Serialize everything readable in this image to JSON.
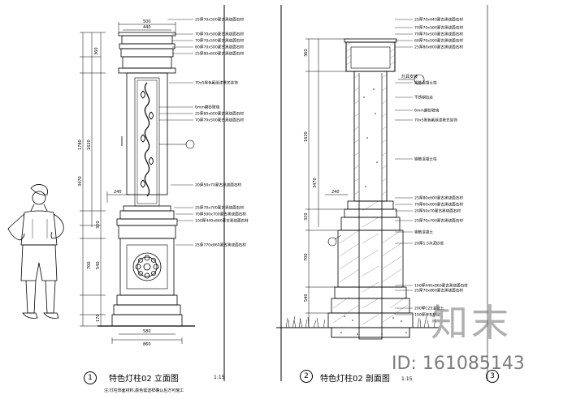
{
  "drawing": {
    "elevation_title": "特色灯柱02 立面图",
    "section_title": "特色灯柱02 剖面图",
    "scale": "1:15",
    "section_scale": "1:15",
    "figure_numbers": [
      "1",
      "2",
      "3"
    ],
    "note": "注:灯柱饰面材料,颜色需送样确认后方可施工"
  },
  "elevation_dims": {
    "top": [
      "500",
      "440"
    ],
    "bottom": [
      "580",
      "860"
    ],
    "left": [
      "360",
      "1780",
      "1620",
      "3470",
      "320",
      "700",
      "540",
      "170"
    ],
    "mid_left": [
      "240"
    ]
  },
  "elevation_notes": [
    "25厚70x500蒙古黑烧面石材",
    "70厚70x500蒙古黑烧面石材",
    "70厚70x500蒙古黑烧面石材",
    "60厚70x500蒙古黑烧面石材",
    "25厚80x600蒙古黑烧面石材",
    "70x5黑色氟碳漆铁艺装饰",
    "6mm磨砂玻璃",
    "25厚80x600蒙古黑烧面石材",
    "70厚70x500蒙古黑烧面石材",
    "20厚50x70蒙古黑烧面石材",
    "25厚70x700蒙古黑烧面石材",
    "70厚500x700蒙古黑烧面石材",
    "100厚440x860蒙古黑烧面石材",
    "25厚770x860蒙古黑烧面石材"
  ],
  "section_dims": {
    "left": [
      "360",
      "1620",
      "3470",
      "320",
      "700",
      "540"
    ],
    "mid_left": [
      "240"
    ],
    "ref": "灯具安装"
  },
  "section_notes": [
    "25厚70x440蒙古黑烧面石材",
    "70厚70x500蒙古黑烧面石材",
    "70厚70x500蒙古黑烧面石材",
    "60厚70x500蒙古黑烧面石材",
    "25厚80x600蒙古黑烧面石材",
    "钢筋混凝土柱",
    "不锈钢拉丝",
    "6mm磨砂玻璃",
    "70x5黑色氟碳漆铁艺装饰",
    "钢筋混凝土柱",
    "25厚80x600蒙古黑烧面石材",
    "70厚60x600蒙古黑烧面石材",
    "20厚50x70蒙古黑烧面石材",
    "25厚70x700蒙古黑烧面石材",
    "钢筋混凝土",
    "20厚1:3水泥砂浆",
    "100厚440x860蒙古黑烧面石材",
    "25厚70x860蒙古黑烧面石材",
    "200厚C25混凝土",
    "100厚碎石垫层"
  ],
  "watermark": {
    "logo": "知末",
    "id": "ID: 161085143"
  }
}
